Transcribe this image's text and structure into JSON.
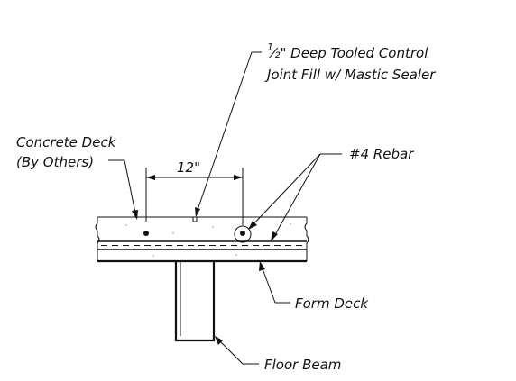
{
  "labels": {
    "joint_fraction": "1",
    "joint_line1_rest": "⁄₂\" Deep Tooled Control",
    "joint_line2": "Joint Fill w/ Mastic Sealer",
    "concrete_line1": "Concrete Deck",
    "concrete_line2": "(By Others)",
    "dimension": "12\"",
    "rebar": "#4 Rebar",
    "form_deck": "Form Deck",
    "floor_beam": "Floor Beam"
  },
  "colors": {
    "ink": "#111111"
  }
}
